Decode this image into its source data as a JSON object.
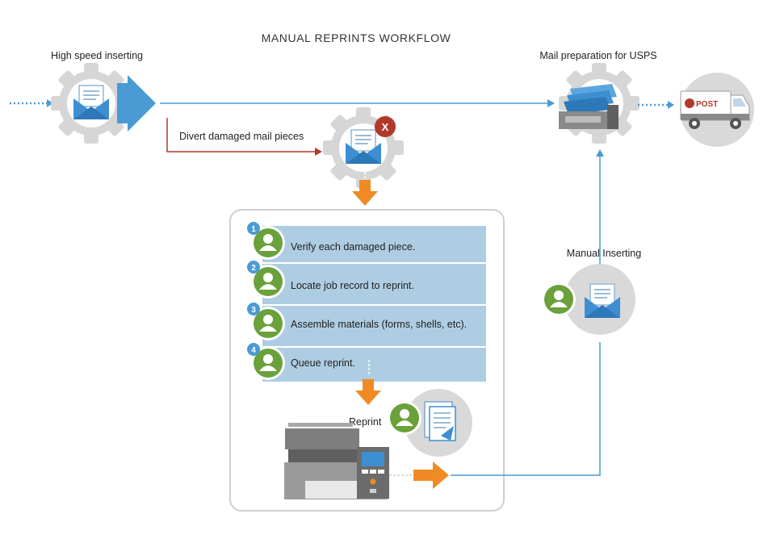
{
  "title": "MANUAL REPRINTS WORKFLOW",
  "labels": {
    "high_speed": "High speed inserting",
    "mail_prep": "Mail preparation for USPS",
    "divert": "Divert damaged mail pieces",
    "manual_inserting": "Manual Inserting",
    "reprint": "Reprint",
    "post": "POST",
    "error_mark": "X"
  },
  "steps": [
    {
      "number": "1",
      "text": "Verify each damaged piece."
    },
    {
      "number": "2",
      "text": "Locate job record to reprint."
    },
    {
      "number": "3",
      "text": "Assemble materials (forms, shells, etc)."
    },
    {
      "number": "4",
      "text": "Queue reprint."
    }
  ],
  "colors": {
    "blue": "#4a9bd4",
    "blue_dark": "#2f7fbf",
    "orange": "#f08a24",
    "red": "#b0392b",
    "green": "#6aa13a",
    "gear": "#d6d6d6",
    "step_bg": "#aecde2",
    "panel_border": "#cfcfcf"
  },
  "icons": [
    "gear-icon",
    "envelope-icon",
    "arrow-icon",
    "person-icon",
    "document-icon",
    "truck-icon",
    "printer-icon",
    "tray-icon",
    "error-icon"
  ]
}
